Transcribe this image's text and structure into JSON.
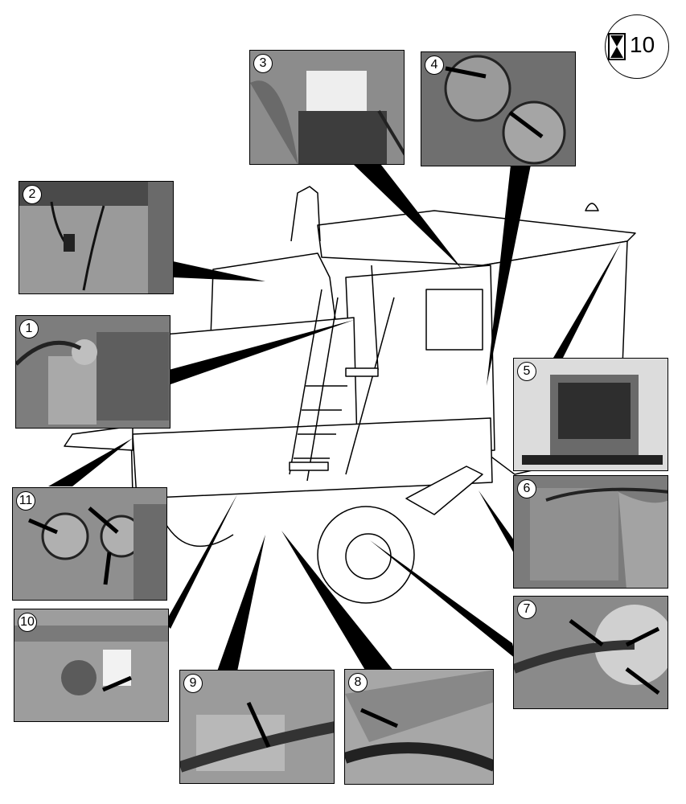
{
  "page": {
    "section_number": "10",
    "section_icon": "hourglass-icon"
  },
  "callouts": [
    {
      "id": "callout-1",
      "number": "1"
    },
    {
      "id": "callout-2",
      "number": "2"
    },
    {
      "id": "callout-3",
      "number": "3"
    },
    {
      "id": "callout-4",
      "number": "4"
    },
    {
      "id": "callout-5",
      "number": "5"
    },
    {
      "id": "callout-6",
      "number": "6"
    },
    {
      "id": "callout-7",
      "number": "7"
    },
    {
      "id": "callout-8",
      "number": "8"
    },
    {
      "id": "callout-9",
      "number": "9"
    },
    {
      "id": "callout-10",
      "number": "10"
    },
    {
      "id": "callout-11",
      "number": "11"
    }
  ],
  "colors": {
    "ink": "#000000",
    "machine_fill": "#ffffff",
    "photo_gray": "#8a8a8a"
  }
}
